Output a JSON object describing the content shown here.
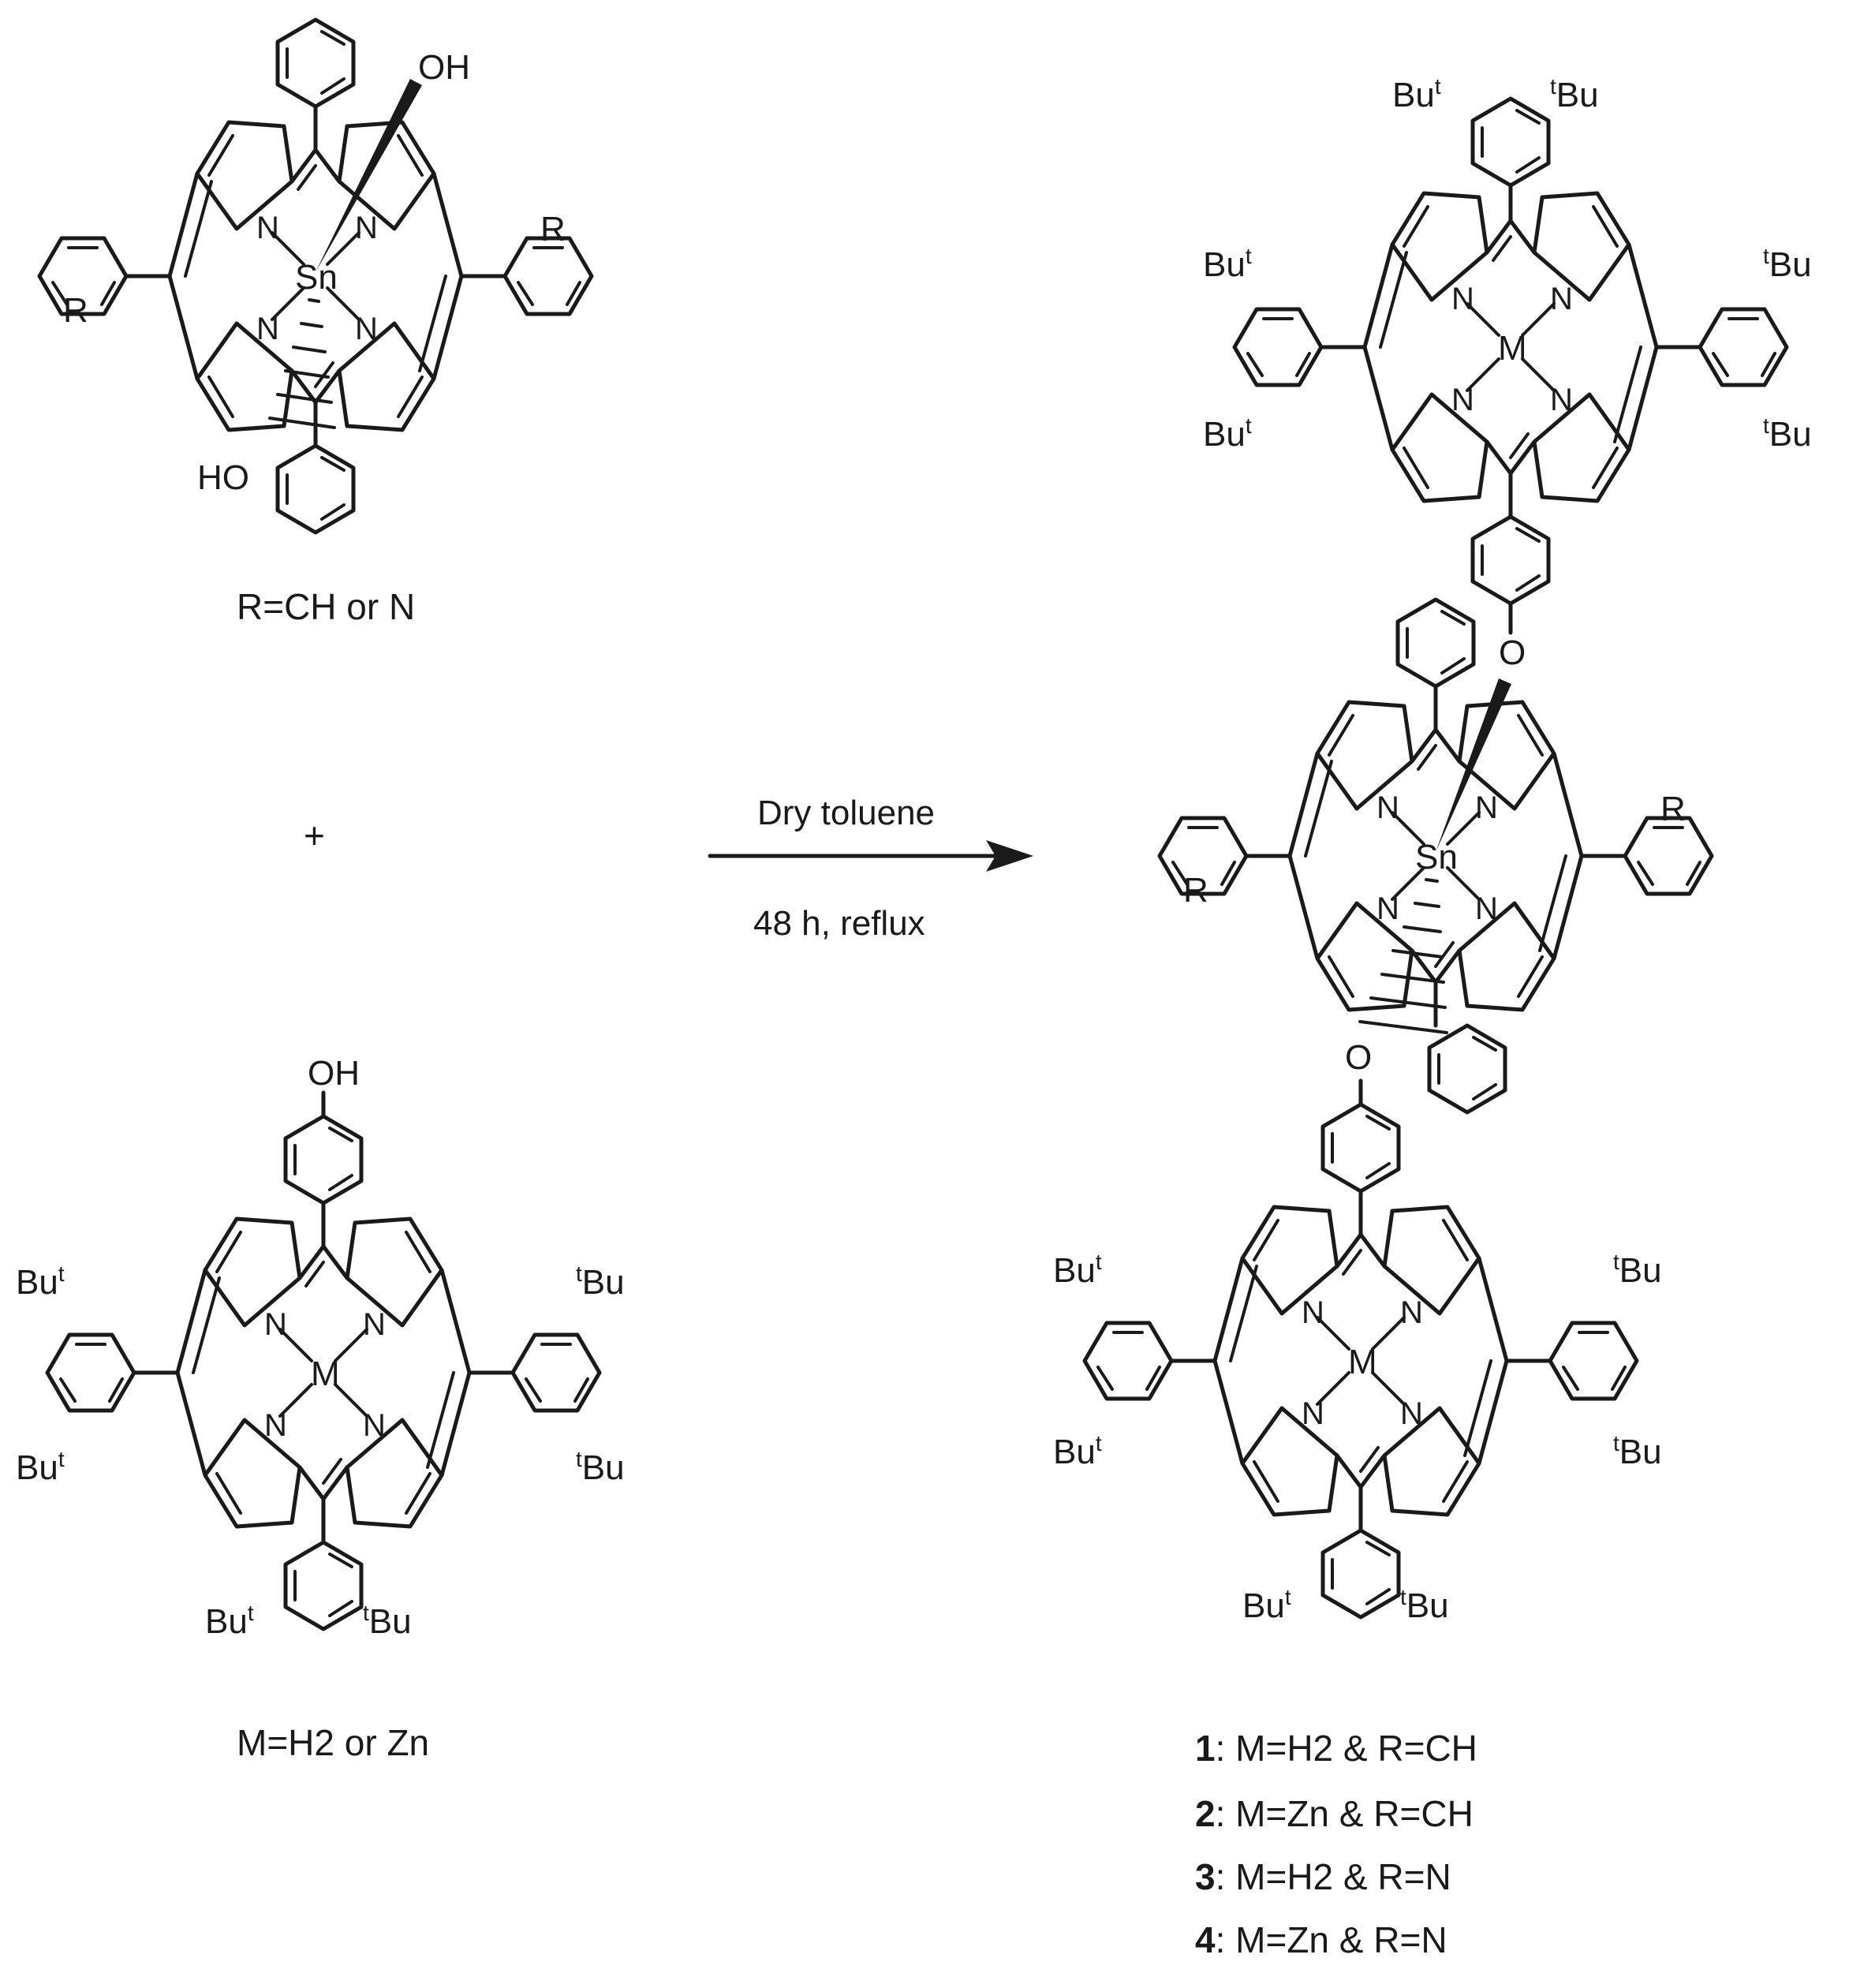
{
  "reactant_sn": {
    "axial_top": "OH",
    "axial_bottom": "HO",
    "metal": "Sn",
    "nitrogen": "N",
    "ring_sub": "R",
    "caption": "R=CH or N"
  },
  "plus": "+",
  "reactant_porph": {
    "phenol": "OH",
    "metal": "M",
    "nitrogen": "N",
    "but_left": "Bu",
    "but_right": "Bu",
    "sup_t": "t",
    "caption": "M=H2 or Zn"
  },
  "arrow": {
    "above": "Dry toluene",
    "below": "48 h, reflux"
  },
  "product": {
    "metal_top": "M",
    "metal_center": "Sn",
    "metal_bottom": "M",
    "oxygen": "O",
    "nitrogen": "N",
    "ring_sub": "R",
    "bu": "Bu",
    "sup_t": "t"
  },
  "legend": [
    {
      "num": "1",
      "text": ": M=H2 & R=CH"
    },
    {
      "num": "2",
      "text": ": M=Zn & R=CH"
    },
    {
      "num": "3",
      "text": ": M=H2 & R=N"
    },
    {
      "num": "4",
      "text": ": M=Zn & R=N"
    }
  ],
  "colors": {
    "ink": "#1a1a1a",
    "background": "#ffffff"
  }
}
